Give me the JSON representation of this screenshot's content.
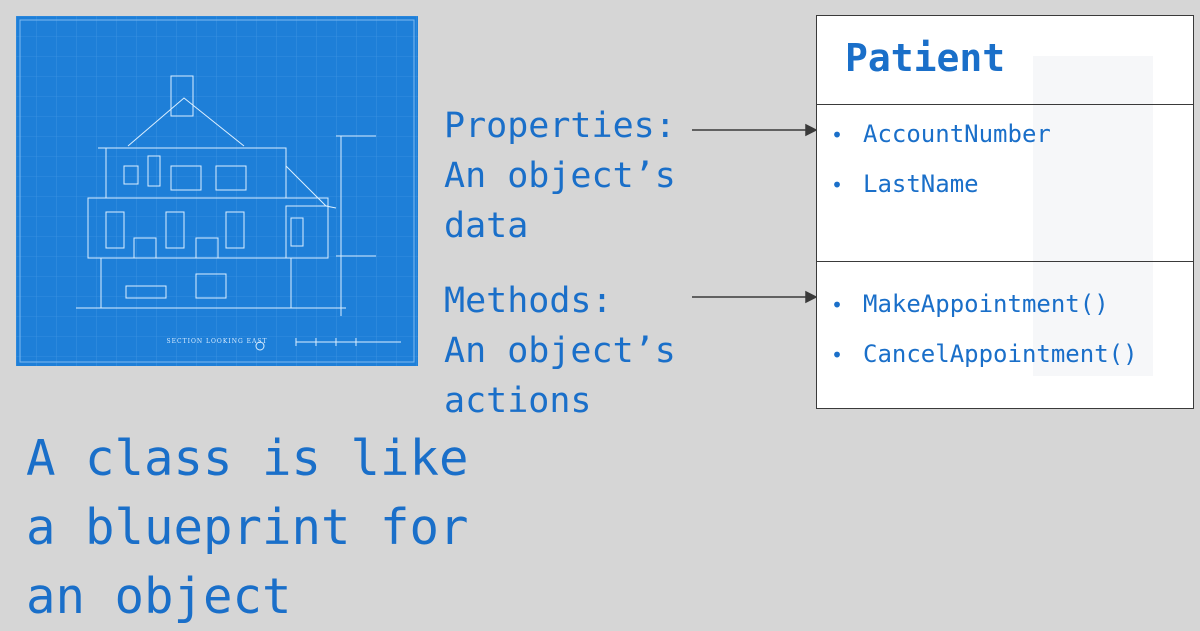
{
  "blueprint": {
    "caption": "SECTION LOOKING EAST",
    "icon": "house-blueprint-image"
  },
  "properties": {
    "line1": "Properties:",
    "line2": "An object’s",
    "line3": "data"
  },
  "methods": {
    "line1": "Methods:",
    "line2": "An object’s",
    "line3": "actions"
  },
  "headline": {
    "line1": "A class is like",
    "line2": "a blueprint for",
    "line3": "an object"
  },
  "class_box": {
    "name": "Patient",
    "properties": [
      "AccountNumber",
      "LastName"
    ],
    "methods": [
      "MakeAppointment()",
      "CancelAppointment()"
    ],
    "bullet": "•"
  },
  "colors": {
    "accent": "#1a6fc9",
    "blueprint": "#1e7fd8",
    "background": "#d6d6d6"
  }
}
